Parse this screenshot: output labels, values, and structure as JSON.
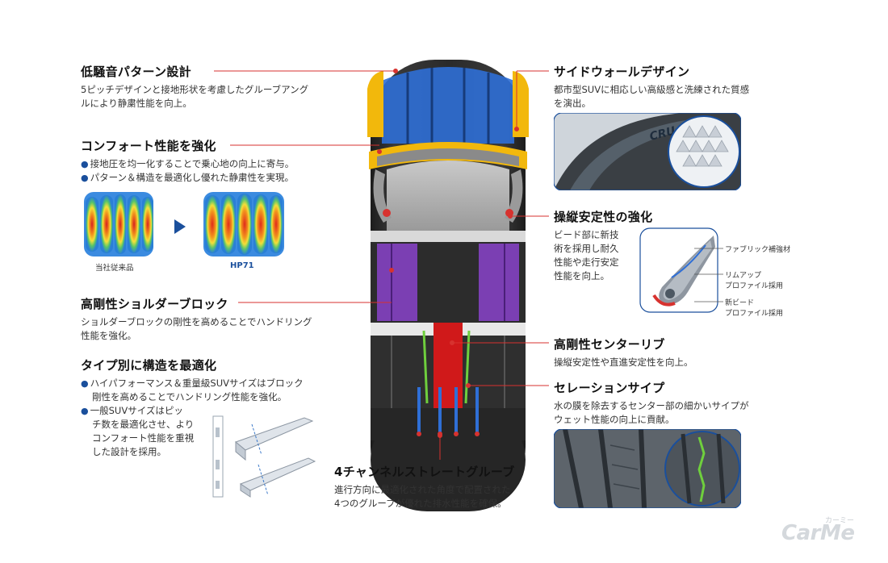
{
  "sections": {
    "low_noise": {
      "title": "低騒音パターン設計",
      "lines": [
        "5ピッチデザインと接地形状を考慮したグルーブアング",
        "ルにより静粛性能を向上。"
      ]
    },
    "comfort": {
      "title": "コンフォート性能を強化",
      "bullets": [
        "接地圧を均一化することで乗心地の向上に寄与。",
        "パターン＆構造を最適化し優れた静粛性を実現。"
      ]
    },
    "compare": {
      "left_label": "当社従来品",
      "right_label": "HP71"
    },
    "shoulder": {
      "title": "高剛性ショルダーブロック",
      "lines": [
        "ショルダーブロックの剛性を高めることでハンドリング",
        "性能を強化。"
      ]
    },
    "structure": {
      "title": "タイプ別に構造を最適化",
      "bullet1": [
        "ハイパフォーマンス＆重量級SUVサイズはブロック",
        "剛性を高めることでハンドリング性能を強化。"
      ],
      "bullet2": [
        "一般SUVサイズはピッ",
        "チ数を最適化させ、より",
        "コンフォート性能を重視",
        "した設計を採用。"
      ]
    },
    "sidewall": {
      "title": "サイドウォールデザイン",
      "lines": [
        "都市型SUVに相応しい高級感と洗練された質感",
        "を演出。"
      ]
    },
    "steering": {
      "title": "操縦安定性の強化",
      "lines": [
        "ビード部に新技",
        "術を採用し耐久",
        "性能や走行安定",
        "性能を向上。"
      ],
      "callouts": [
        "ファブリック補強材",
        "リムアップ",
        "プロファイル採用",
        "新ビード",
        "プロファイル採用"
      ]
    },
    "center_rib": {
      "title": "高剛性センターリブ",
      "lines": [
        "操縦安定性や直進安定性を向上。"
      ]
    },
    "serration": {
      "title": "セレーションサイプ",
      "lines": [
        "水の膜を除去するセンター部の細かいサイプが",
        "ウェット性能の向上に貢献。"
      ]
    },
    "four_channel": {
      "title": "4チャンネルストレートグルーブ",
      "lines": [
        "進行方向に最適化された角度で配置された",
        "4つのグルーブが優れた排水性能を確保。"
      ]
    }
  },
  "sidewall_brand": "CRU",
  "watermark": {
    "brand": "CarMe",
    "kana": "カーミー"
  },
  "colors": {
    "accent_red": "#d7322f",
    "bullet_blue": "#1a4f9c",
    "tread_blue": "#2f6fd6",
    "tread_purple": "#7b3fb3",
    "tread_yellow": "#f2b80c",
    "rib_red": "#d0191a",
    "sipe_green": "#6fcf3d"
  }
}
